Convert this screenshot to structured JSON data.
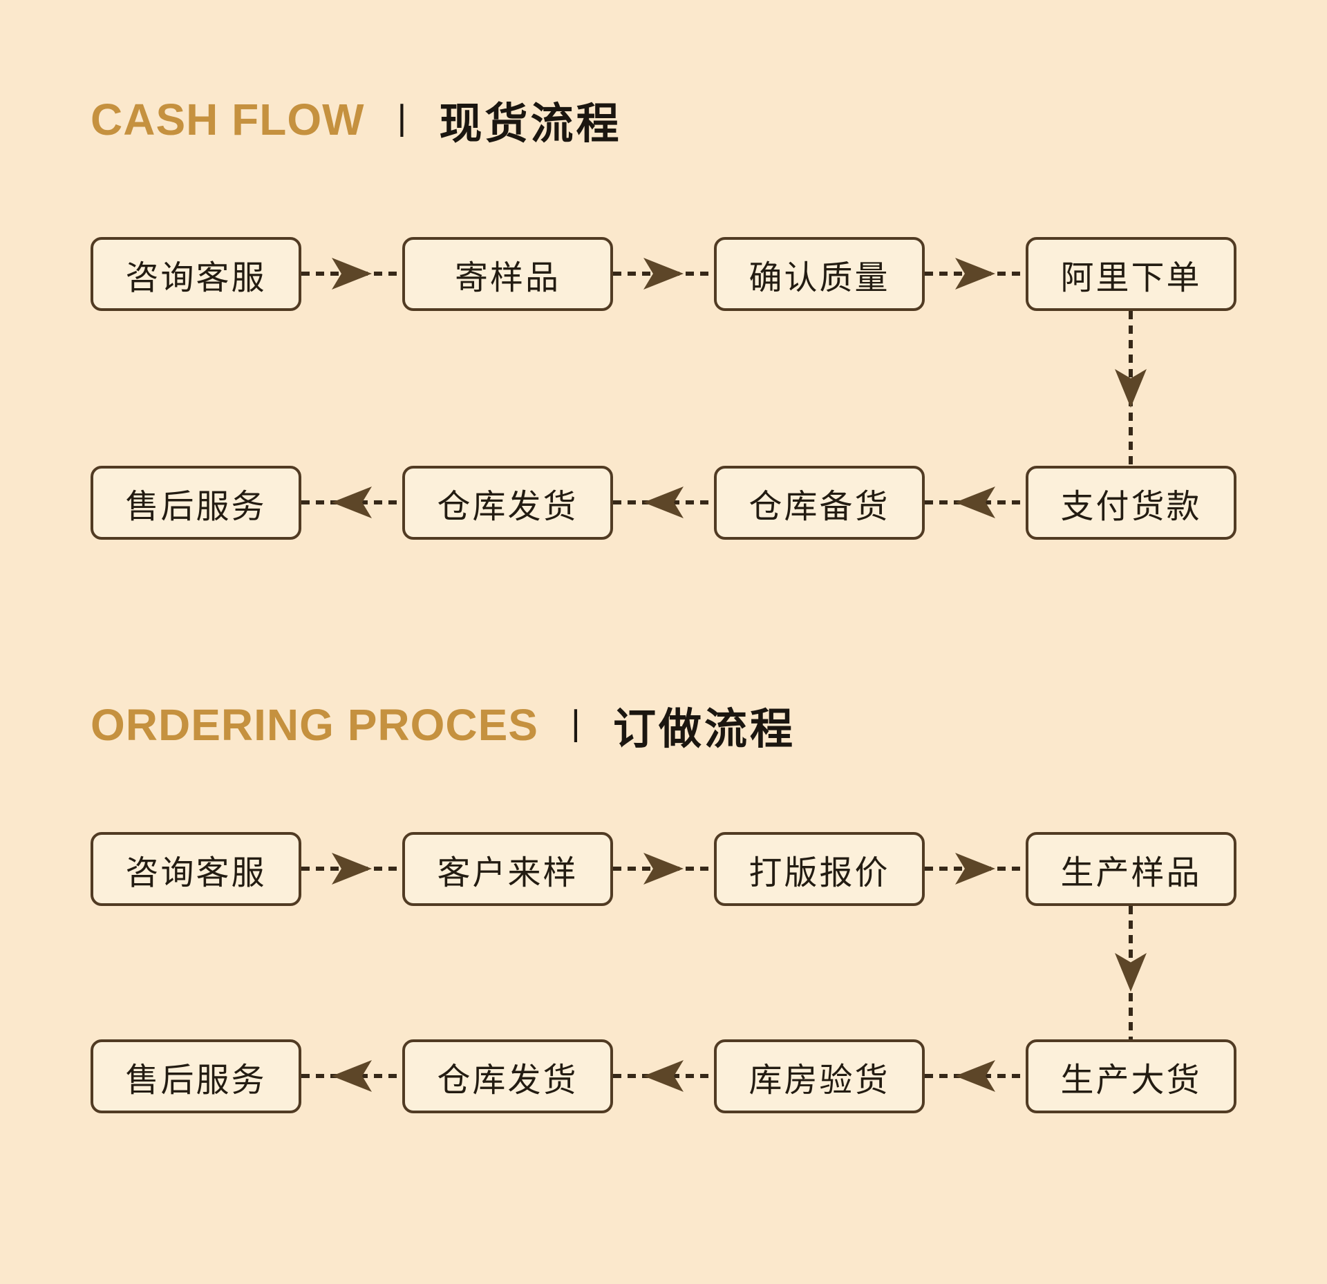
{
  "colors": {
    "background": "#fbe8cc",
    "box_fill": "#fcf0da",
    "box_border": "#513b23",
    "box_text": "#231c12",
    "title_accent_gold": "#c5913f",
    "title_text": "#1b1610",
    "dashed_line": "#362818",
    "arrowhead": "#5d4628"
  },
  "sections": [
    {
      "title_en": "CASH FLOW",
      "separator": "丨",
      "title_zh": "现货流程",
      "rows": [
        {
          "direction": "right",
          "boxes": [
            "咨询客服",
            "寄样品",
            "确认质量",
            "阿里下单"
          ]
        },
        {
          "direction": "left",
          "boxes": [
            "售后服务",
            "仓库发货",
            "仓库备货",
            "支付货款"
          ]
        }
      ]
    },
    {
      "title_en": "ORDERING PROCES",
      "separator": "丨",
      "title_zh": "订做流程",
      "rows": [
        {
          "direction": "right",
          "boxes": [
            "咨询客服",
            "客户来样",
            "打版报价",
            "生产样品"
          ]
        },
        {
          "direction": "left",
          "boxes": [
            "售后服务",
            "仓库发货",
            "库房验货",
            "生产大货"
          ]
        }
      ]
    }
  ]
}
